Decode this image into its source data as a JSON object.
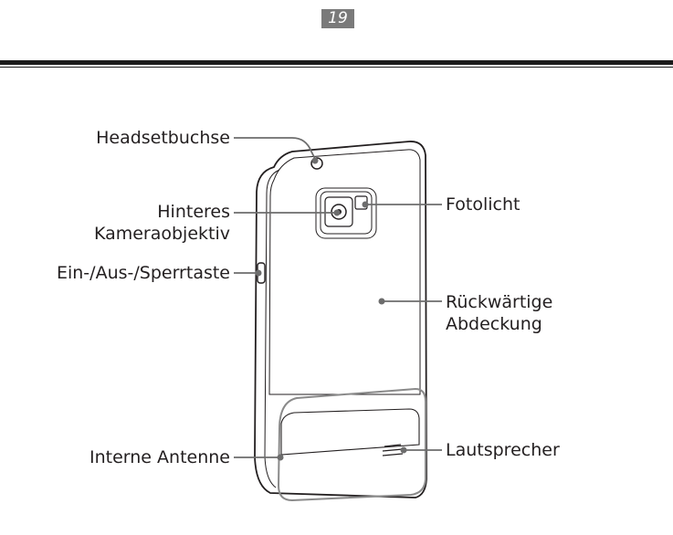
{
  "header": {
    "page_number": "19"
  },
  "figure": {
    "labels": {
      "headset_jack": "Headsetbuchse",
      "rear_camera_line1": "Hinteres",
      "rear_camera_line2": "Kameraobjektiv",
      "power_key": "Ein-/Aus-/Sperrtaste",
      "internal_antenna": "Interne Antenne",
      "flash": "Fotolicht",
      "back_cover_line1": "Rückwärtige",
      "back_cover_line2": "Abdeckung",
      "speaker": "Lautsprecher"
    }
  }
}
